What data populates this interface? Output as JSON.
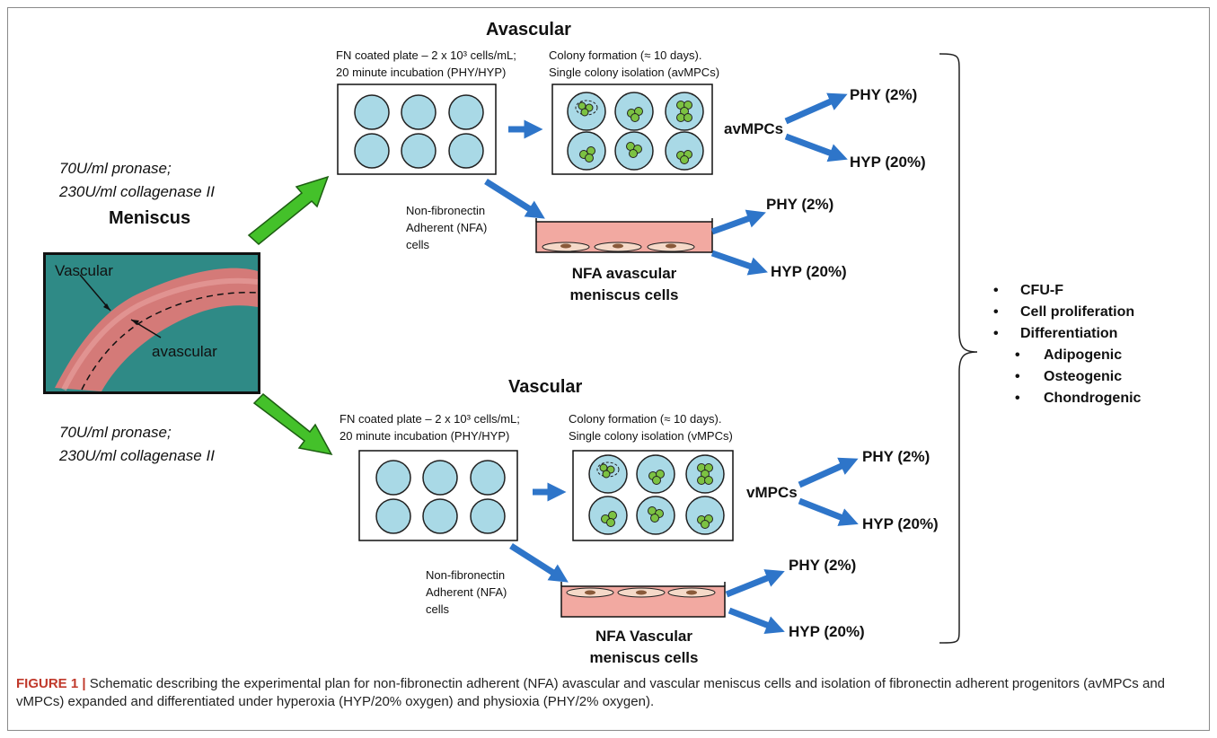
{
  "diagram": {
    "section_avascular": "Avascular",
    "section_vascular": "Vascular",
    "meniscus_label": "Meniscus",
    "photo_label_vascular": "Vascular",
    "photo_label_avascular": "avascular",
    "digestion_line1": "70U/ml pronase;",
    "digestion_line2": "230U/ml collagenase II",
    "fn_plate_line1": "FN coated plate – 2 x 10³ cells/mL;",
    "fn_plate_line2": "20 minute incubation (PHY/HYP)",
    "colony_line1": "Colony formation (≈ 10 days).",
    "colony_line2_av": "Single colony isolation (avMPCs)",
    "colony_line2_v": "Single colony isolation (vMPCs)",
    "nfa_cells_line1": "Non-fibronectin",
    "nfa_cells_line2": "Adherent (NFA)",
    "nfa_cells_line3": "cells",
    "avmpcs_label": "avMPCs",
    "vmpcs_label": "vMPCs",
    "phy": "PHY (2%)",
    "hyp": "HYP (20%)",
    "nfa_avascular_line1": "NFA avascular",
    "nfa_avascular_line2": "meniscus cells",
    "nfa_vascular_line1": "NFA Vascular",
    "nfa_vascular_line2": "meniscus cells",
    "assays": {
      "cfu": "CFU-F",
      "proliferation": "Cell proliferation",
      "differentiation": "Differentiation",
      "adipogenic": "Adipogenic",
      "osteogenic": "Osteogenic",
      "chondrogenic": "Chondrogenic"
    }
  },
  "caption": {
    "head": "FIGURE 1 |",
    "text": " Schematic describing the experimental plan for non-fibronectin adherent (NFA) avascular and vascular meniscus cells and isolation of fibronectin adherent progenitors (avMPCs and vMPCs) expanded and differentiated under hyperoxia (HYP/20% oxygen) and physioxia (PHY/2% oxygen)."
  },
  "colors": {
    "well_fill": "#a9d9e6",
    "colony_fill": "#7cc242",
    "dish_fill": "#f2a9a1",
    "arrow_blue": "#2e75c9",
    "arrow_green": "#44c12a",
    "photo_bg": "#2f8a86",
    "meniscus": "#d47a78",
    "caption_head": "#c0392b"
  }
}
